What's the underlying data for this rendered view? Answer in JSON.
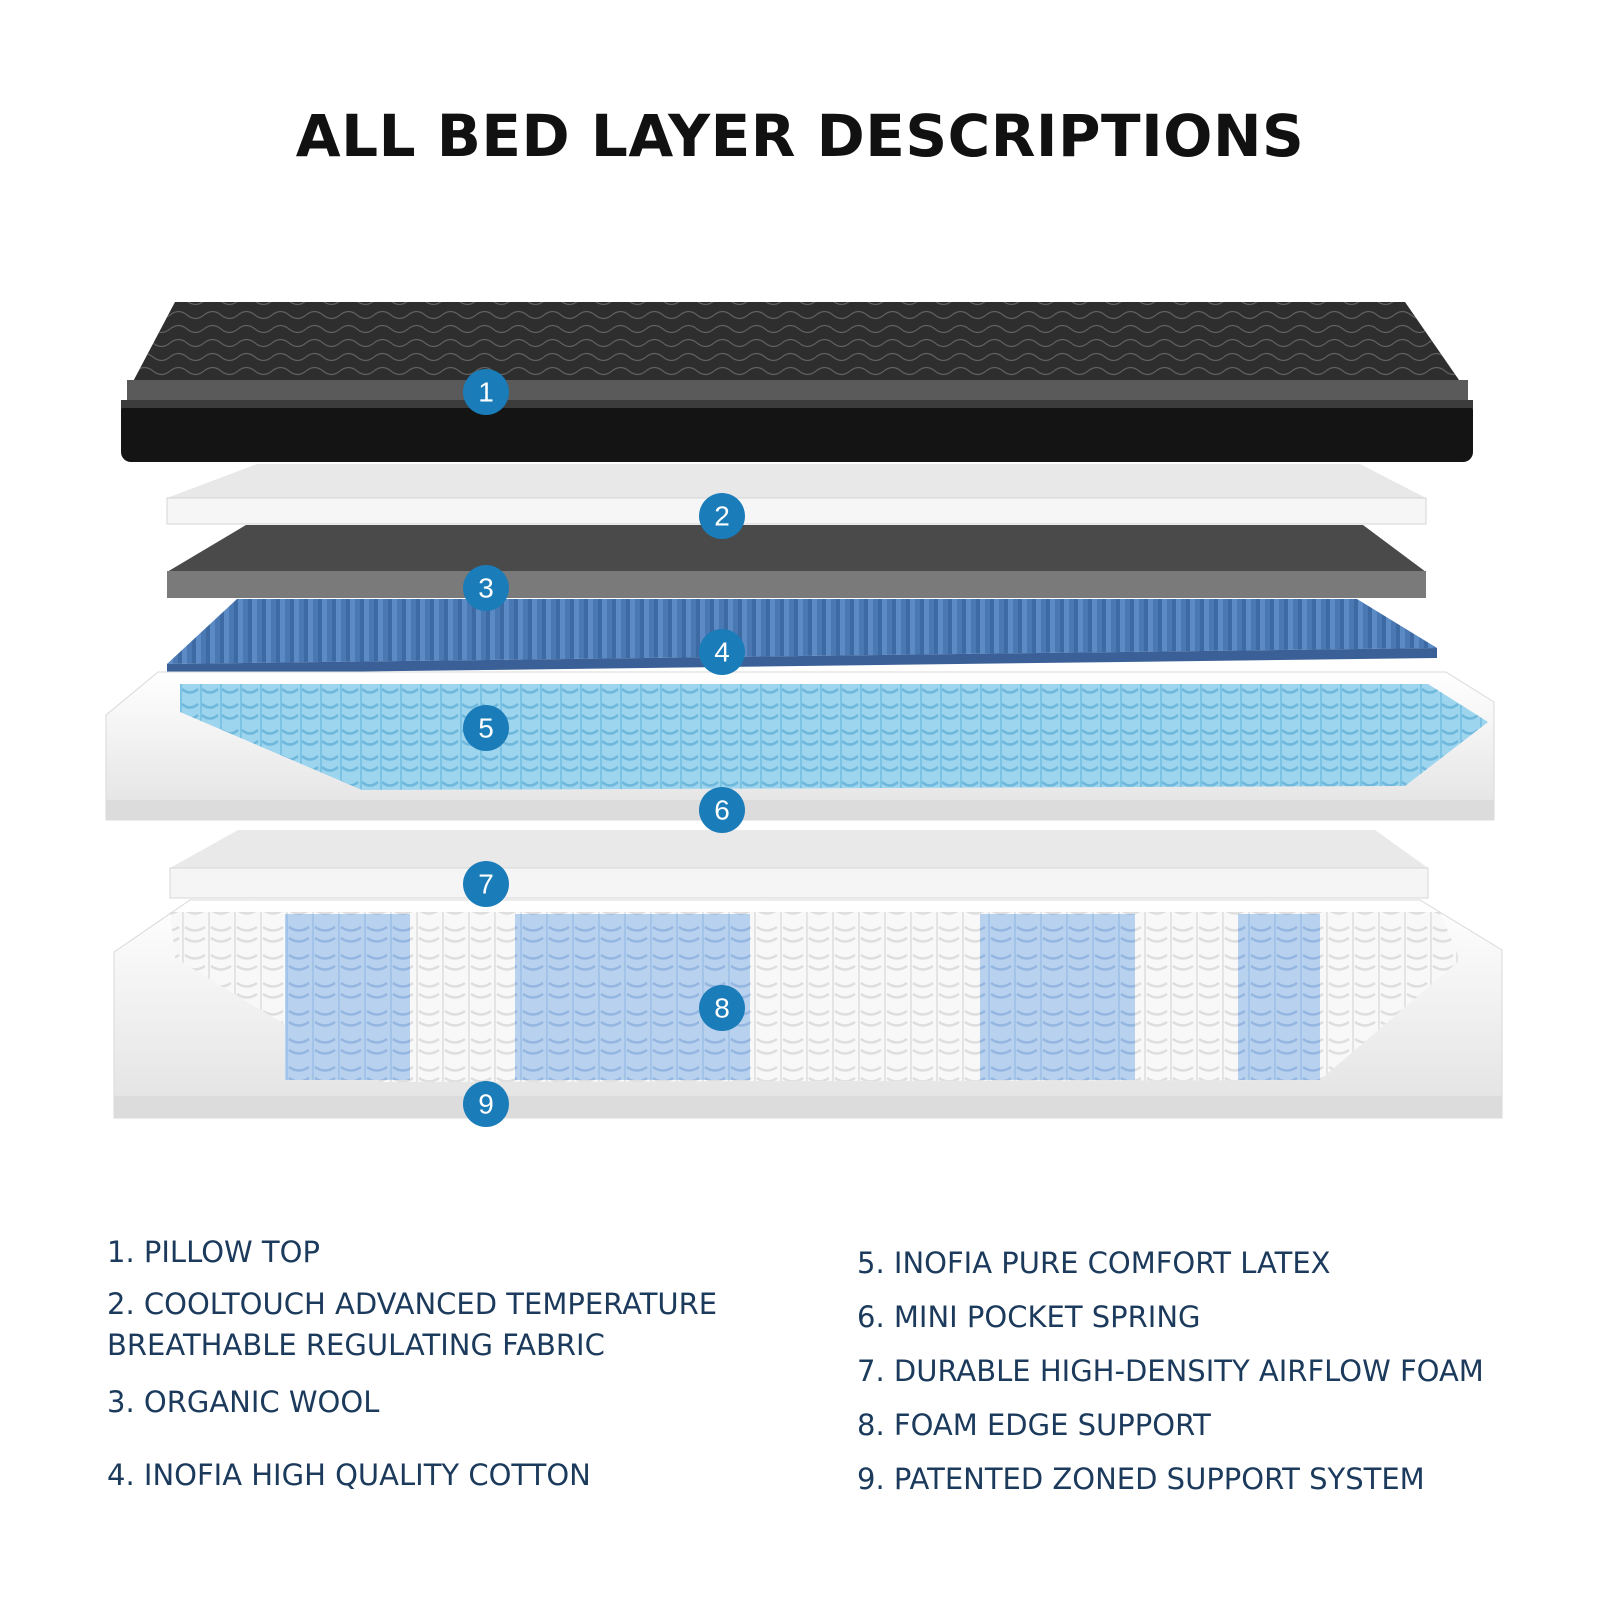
{
  "title": "ALL BED LAYER DESCRIPTIONS",
  "colors": {
    "badge": "#1a7cb8",
    "legend_text": "#1b3a5c",
    "pillow_top": "#2b2b2b",
    "foam_light": "#f0f0f0",
    "foam_gray": "#777777",
    "cotton_blue": "#4a78b3",
    "latex_blue": "#9dd4ee",
    "zoned_white": "#f8f8f8",
    "zoned_blue": "#b8d1ee"
  },
  "badges": [
    "1",
    "2",
    "3",
    "4",
    "5",
    "6",
    "7",
    "8",
    "9"
  ],
  "legend": {
    "item1": "1. PILLOW TOP",
    "item2_line1": "2. COOLTOUCH ADVANCED TEMPERATURE",
    "item2_line2": "BREATHABLE REGULATING FABRIC",
    "item3": "3. ORGANIC WOOL",
    "item4": "4. INOFIA HIGH QUALITY COTTON",
    "item5": "5. INOFIA PURE COMFORT LATEX",
    "item6": "6. MINI POCKET SPRING",
    "item7": "7. DURABLE HIGH-DENSITY AIRFLOW FOAM",
    "item8": "8. FOAM EDGE SUPPORT",
    "item9": "9. PATENTED ZONED SUPPORT SYSTEM"
  }
}
